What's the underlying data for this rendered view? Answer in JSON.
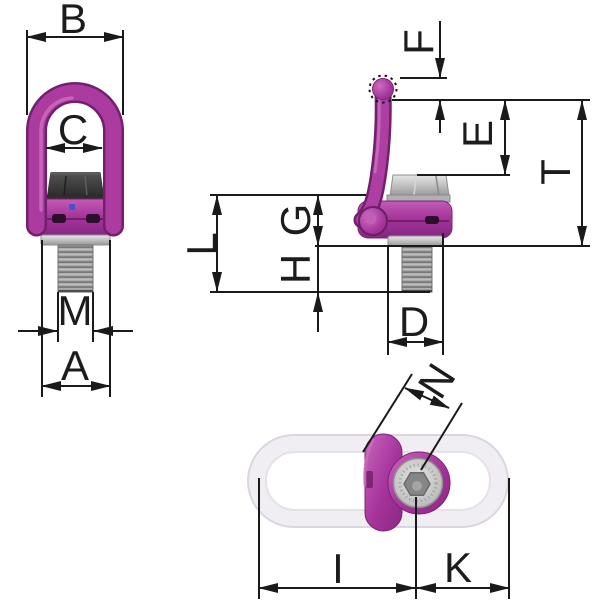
{
  "dims": {
    "b": "B",
    "c": "C",
    "m": "M",
    "a": "A",
    "f": "F",
    "e": "E",
    "t": "T",
    "g": "G",
    "l": "L",
    "h": "H",
    "d": "D",
    "n": "N",
    "i": "I",
    "k": "K"
  },
  "colors": {
    "accent_purple": "#a93a9e",
    "purple_dark": "#7c2374",
    "purple_light": "#c966bd",
    "line_black": "#1a1a1a",
    "steel_dark": "#3a3a3a",
    "steel_light": "#c9c9c9",
    "ghost_gray": "#f1eef3",
    "indicator_blue": "#3d55cf"
  }
}
